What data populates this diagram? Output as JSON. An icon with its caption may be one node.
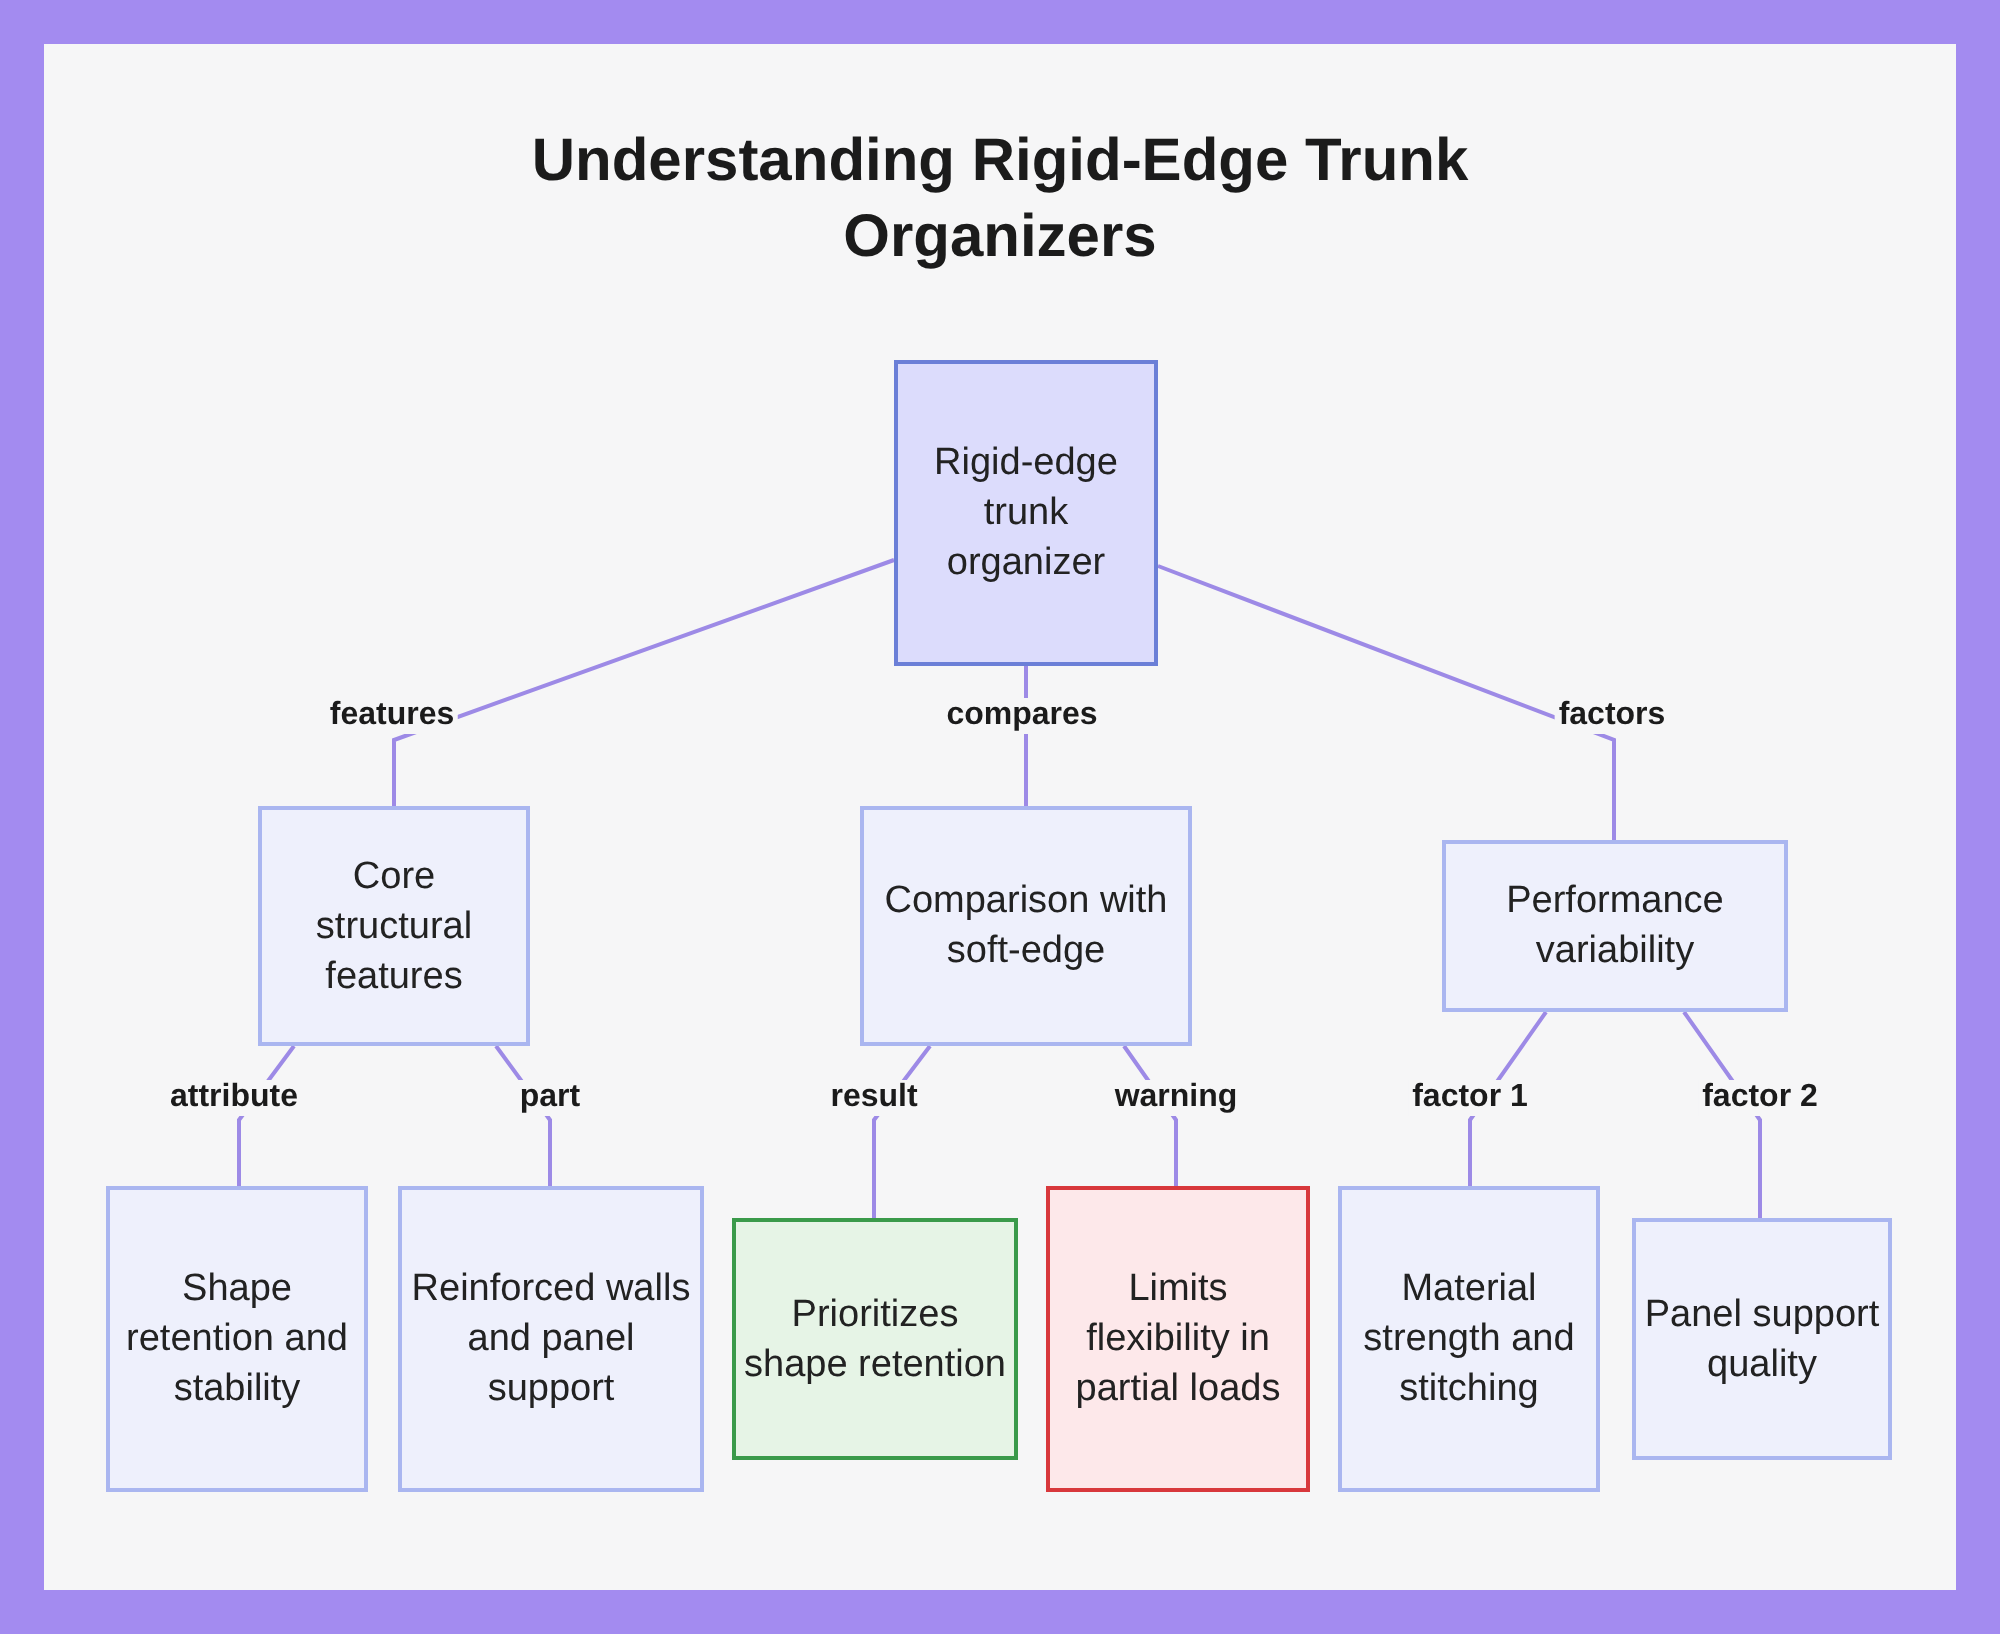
{
  "diagram": {
    "title": "Understanding Rigid-Edge Trunk Organizers",
    "nodes": [
      {
        "text": [
          "Rigid-edge trunk organizer"
        ]
      },
      {
        "text": [
          "Core structural features"
        ]
      },
      {
        "text": [
          "Comparison with soft-edge"
        ]
      },
      {
        "text": [
          "Performance variability"
        ]
      },
      {
        "text": [
          "Shape retention and stability"
        ]
      },
      {
        "text": [
          "Reinforced walls and panel support"
        ]
      },
      {
        "text": [
          "Prioritizes shape retention"
        ]
      },
      {
        "text": [
          "Limits flexibility in partial loads"
        ]
      },
      {
        "text": [
          "Material strength and stitching"
        ]
      },
      {
        "text": [
          "Panel support quality"
        ]
      }
    ],
    "edges": [
      {
        "from": 0,
        "to": 1,
        "arrow": "none",
        "label": "features"
      },
      {
        "from": 0,
        "to": 2,
        "arrow": "none",
        "label": "compares"
      },
      {
        "from": 0,
        "to": 3,
        "arrow": "none",
        "label": "factors"
      },
      {
        "from": 1,
        "to": 4,
        "arrow": "none",
        "label": "attribute"
      },
      {
        "from": 1,
        "to": 5,
        "arrow": "none",
        "label": "part"
      },
      {
        "from": 2,
        "to": 6,
        "arrow": "none",
        "label": "result"
      },
      {
        "from": 2,
        "to": 7,
        "arrow": "none",
        "label": "warning"
      },
      {
        "from": 3,
        "to": 8,
        "arrow": "none",
        "label": "factor 1"
      },
      {
        "from": 3,
        "to": 9,
        "arrow": "none",
        "label": "factor 2"
      }
    ]
  }
}
